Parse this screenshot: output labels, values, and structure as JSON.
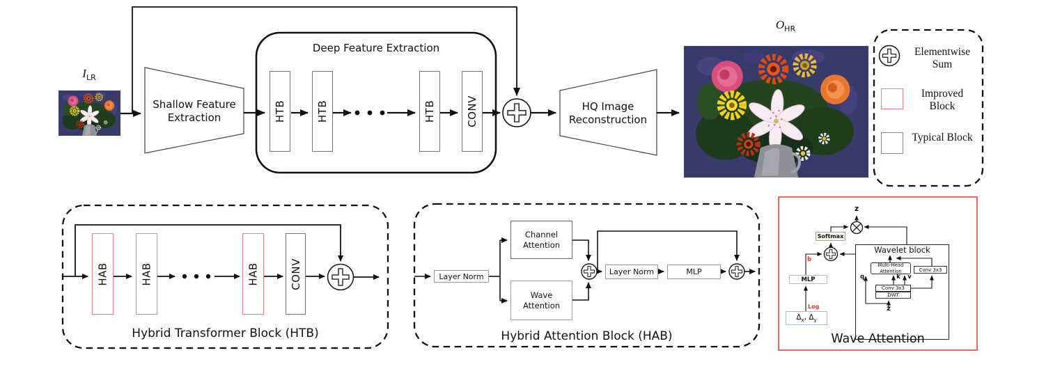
{
  "figure": {
    "input_label": {
      "base": "I",
      "sub": "LR"
    },
    "output_label": {
      "base": "O",
      "sub": "HR"
    },
    "shallow_label": "Shallow Feature Extraction",
    "deep_title": "Deep Feature Extraction",
    "deep_blocks": [
      "HTB",
      "HTB",
      "HTB",
      "CONV"
    ],
    "hq_label": "HQ Image Reconstruction"
  },
  "legend": {
    "sum_label": "Elementwise Sum",
    "improved_label": "Improved Block",
    "typical_label": "Typical Block"
  },
  "htb": {
    "blocks": [
      "HAB",
      "HAB",
      "HAB",
      "CONV"
    ],
    "caption": "Hybrid Transformer Block (HTB)"
  },
  "hab": {
    "layer_norm_1": "Layer Norm",
    "channel_attention": "Channel Attention",
    "wave_attention": "Wave Attention",
    "layer_norm_2": "Layer Norm",
    "mlp": "MLP",
    "caption": "Hybrid Attention Block (HAB)"
  },
  "wave": {
    "z_out": "z",
    "softmax": "Softmax",
    "b": "b",
    "mlp": "MLP",
    "log": "Log",
    "delta": {
      "d1": "Δ",
      "d1_sub": "x",
      "sep": ", ",
      "d2": "Δ",
      "d2_sub": "y"
    },
    "wavelet_title": "Wavelet block",
    "multi_head": "Multi-Head Attention",
    "conv_right": "Conv 3x3",
    "conv_mid": "Conv 3x3",
    "dwt": "DWT",
    "q": "q",
    "k": "k",
    "v": "v",
    "z_in": "z",
    "caption": "Wave Attention"
  },
  "colors": {
    "improved_border": "#f08080",
    "typical_border": "#7a7a7a",
    "wave_panel_border": "#ef4438",
    "softmax_border": "#8fbc6a",
    "blue_border": "#9dc3e6",
    "annotation_red": "#e8352b",
    "line": "#111111"
  }
}
